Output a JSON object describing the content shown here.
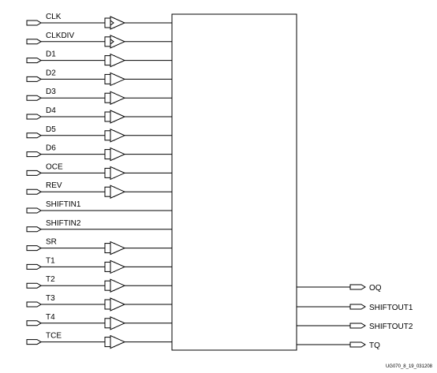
{
  "inputs": [
    {
      "name": "CLK",
      "buffered": true,
      "clock": true
    },
    {
      "name": "CLKDIV",
      "buffered": true,
      "clock": true
    },
    {
      "name": "D1",
      "buffered": true,
      "clock": false
    },
    {
      "name": "D2",
      "buffered": true,
      "clock": false
    },
    {
      "name": "D3",
      "buffered": true,
      "clock": false
    },
    {
      "name": "D4",
      "buffered": true,
      "clock": false
    },
    {
      "name": "D5",
      "buffered": true,
      "clock": false
    },
    {
      "name": "D6",
      "buffered": true,
      "clock": false
    },
    {
      "name": "OCE",
      "buffered": true,
      "clock": false
    },
    {
      "name": "REV",
      "buffered": true,
      "clock": false
    },
    {
      "name": "SHIFTIN1",
      "buffered": false,
      "clock": false
    },
    {
      "name": "SHIFTIN2",
      "buffered": false,
      "clock": false
    },
    {
      "name": "SR",
      "buffered": true,
      "clock": false
    },
    {
      "name": "T1",
      "buffered": true,
      "clock": false
    },
    {
      "name": "T2",
      "buffered": true,
      "clock": false
    },
    {
      "name": "T3",
      "buffered": true,
      "clock": false
    },
    {
      "name": "T4",
      "buffered": true,
      "clock": false
    },
    {
      "name": "TCE",
      "buffered": true,
      "clock": false
    }
  ],
  "outputs": [
    "OQ",
    "SHIFTOUT1",
    "SHIFTOUT2",
    "TQ"
  ],
  "figure_id": "UG070_8_19_031208"
}
